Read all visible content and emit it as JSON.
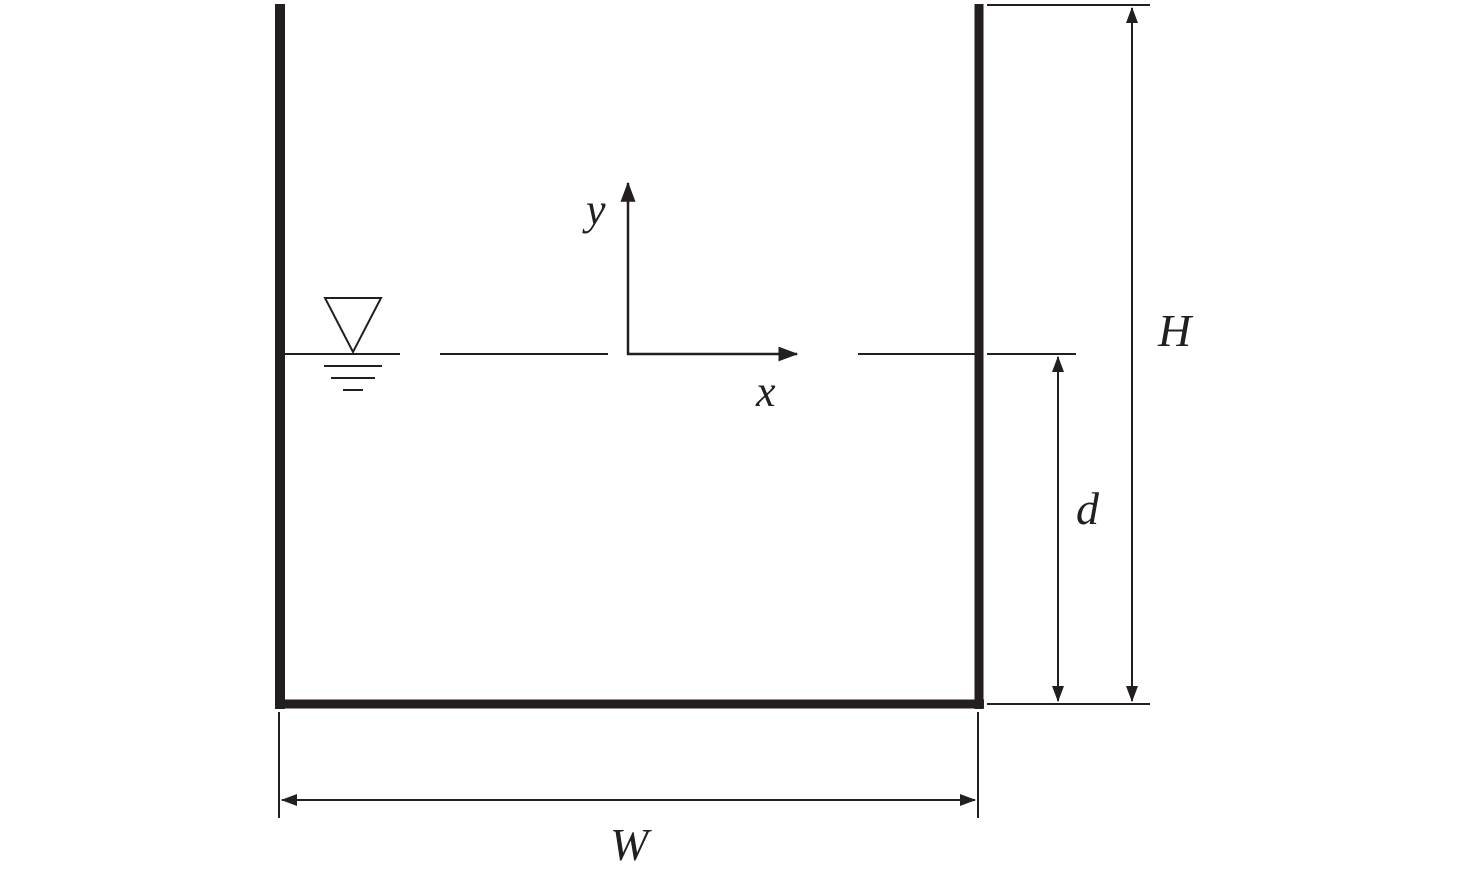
{
  "labels": {
    "y_axis": "y",
    "x_axis": "x",
    "height": "H",
    "depth": "d",
    "width": "W"
  },
  "colors": {
    "ink": "#231f20",
    "background": "#ffffff"
  },
  "icons": {
    "free_surface": "water-level-triangle-icon"
  }
}
